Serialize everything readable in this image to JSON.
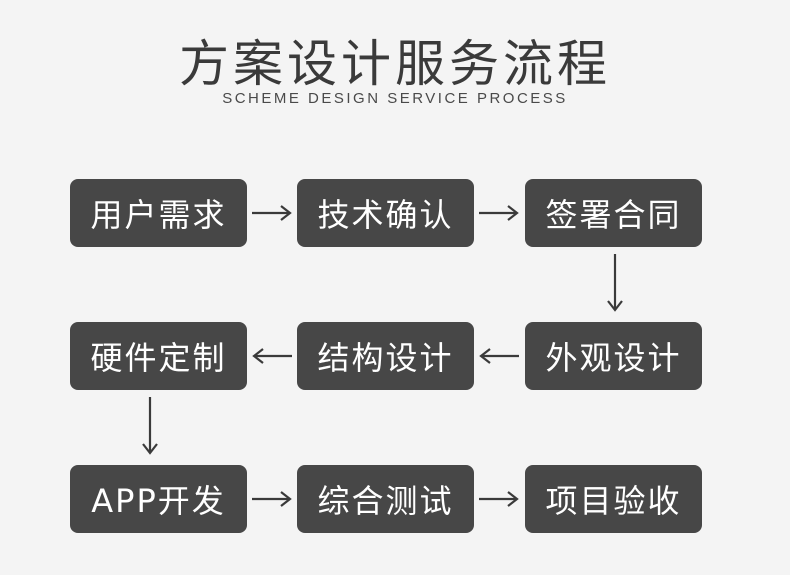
{
  "header": {
    "title": "方案设计服务流程",
    "subtitle": "SCHEME DESIGN SERVICE PROCESS"
  },
  "steps": [
    {
      "label": "用户需求"
    },
    {
      "label": "技术确认"
    },
    {
      "label": "签署合同"
    },
    {
      "label": "外观设计"
    },
    {
      "label": "结构设计"
    },
    {
      "label": "硬件定制"
    },
    {
      "label": "APP开发"
    },
    {
      "label": "综合测试"
    },
    {
      "label": "项目验收"
    }
  ],
  "colors": {
    "box": "#474747",
    "box_text": "#ffffff",
    "arrow": "#3a3a3a",
    "background": "#f4f4f4"
  }
}
